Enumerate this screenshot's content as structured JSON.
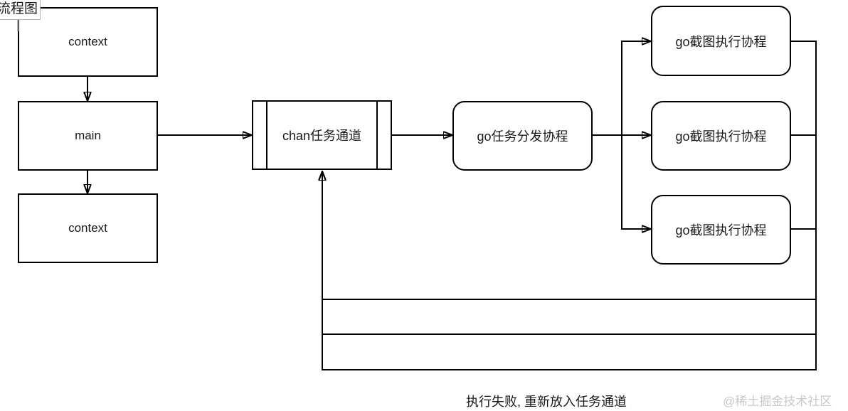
{
  "page_label": "流程图",
  "nodes": {
    "context_top": "context",
    "main": "main",
    "context_bottom": "context",
    "chan": "chan任务通道",
    "dispatcher": "go任务分发协程",
    "worker_top": "go截图执行协程",
    "worker_mid": "go截图执行协程",
    "worker_bottom": "go截图执行协程"
  },
  "caption": "执行失败, 重新放入任务通道",
  "watermark": "@稀土掘金技术社区",
  "colors": {
    "line": "#000000",
    "node_fill": "#ffffff",
    "text": "#1a1a1a",
    "watermark": "#c8c8c8",
    "guide": "#b3b3b3"
  }
}
